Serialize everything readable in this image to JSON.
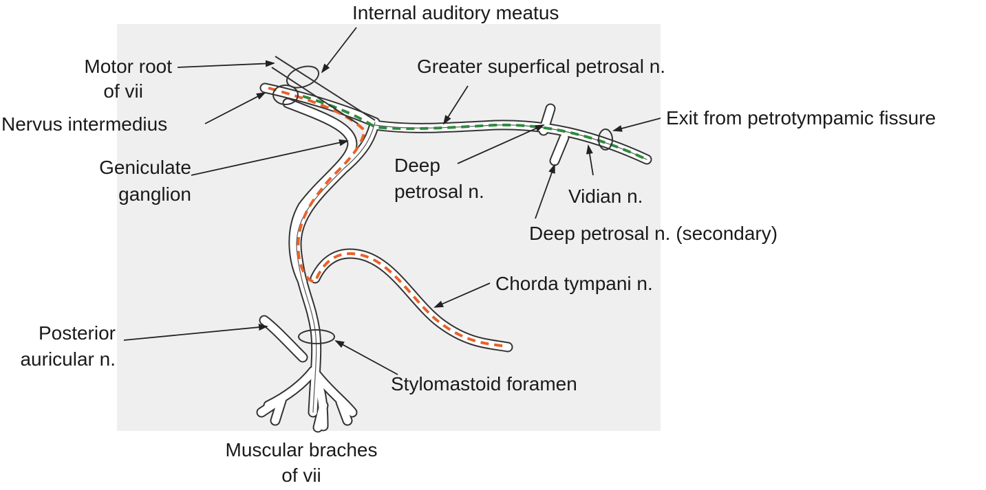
{
  "colors": {
    "background_panel": "#efefef",
    "nerve_outline": "#333333",
    "nerve_fill": "#ffffff",
    "parasympathetic_dash": "#e8622a",
    "taste_dash": "#2e8b3e",
    "arrow": "#222222",
    "text": "#1a1a1a"
  },
  "labels": {
    "internal_auditory_meatus": "Internal auditory meatus",
    "motor_root_line1": "Motor root",
    "motor_root_line2": "of vii",
    "greater_superficial_petrosal": "Greater superfical petrosal n.",
    "nervus_intermedius": "Nervus intermedius",
    "exit_petrotympanic": "Exit from petrotympamic fissure",
    "geniculate_line1": "Geniculate",
    "geniculate_line2": "ganglion",
    "deep_petrosal_line1": "Deep",
    "deep_petrosal_line2": "petrosal n.",
    "vidian": "Vidian n.",
    "deep_petrosal_secondary": "Deep petrosal n. (secondary)",
    "chorda_tympani": "Chorda tympani n.",
    "posterior_auricular_line1": "Posterior",
    "posterior_auricular_line2": "auricular n.",
    "stylomastoid": "Stylomastoid foramen",
    "muscular_line1": "Muscular braches",
    "muscular_line2": "of vii"
  }
}
